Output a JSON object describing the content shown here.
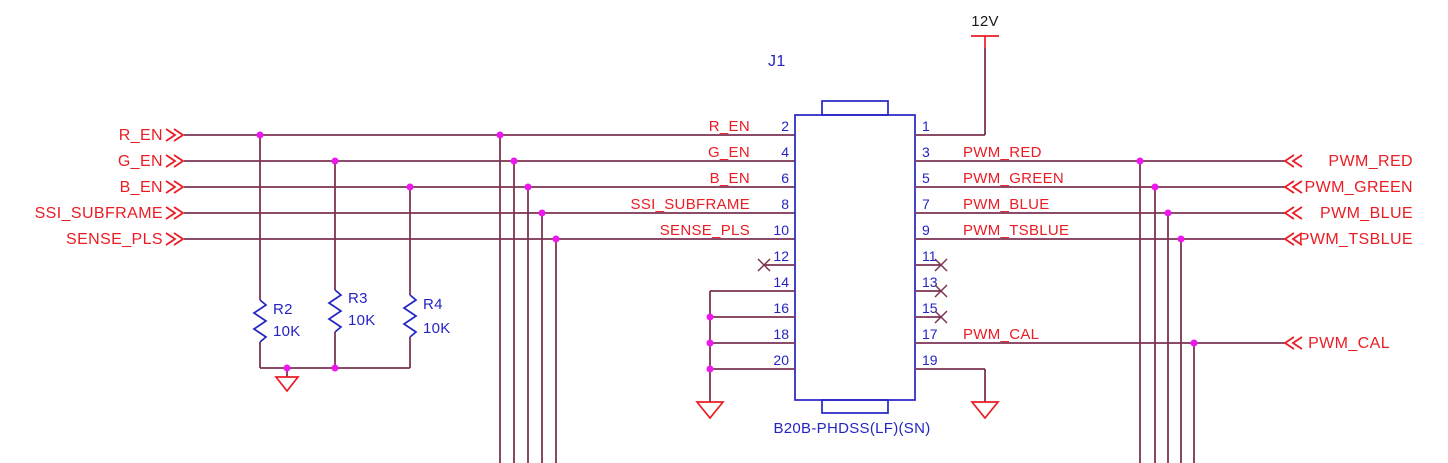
{
  "colors": {
    "wire": "#7c3352",
    "net_label": "#ea1c24",
    "component": "#2424c4",
    "junction": "#ee18ee",
    "ground": "#ea1c24",
    "power_text": "#1a1a1a",
    "background": "#ffffff"
  },
  "power": {
    "label": "12V"
  },
  "connector": {
    "refdes": "J1",
    "part": "B20B-PHDSS(LF)(SN)",
    "left_pins": [
      "2",
      "4",
      "6",
      "8",
      "10",
      "12",
      "14",
      "16",
      "18",
      "20"
    ],
    "right_pins": [
      "1",
      "3",
      "5",
      "7",
      "9",
      "11",
      "13",
      "15",
      "17",
      "19"
    ],
    "left_nets": [
      "R_EN",
      "G_EN",
      "B_EN",
      "SSI_SUBFRAME",
      "SENSE_PLS"
    ],
    "right_nets": [
      "PWM_RED",
      "PWM_GREEN",
      "PWM_BLUE",
      "PWM_TSBLUE",
      "PWM_CAL"
    ]
  },
  "left_ports": [
    "R_EN",
    "G_EN",
    "B_EN",
    "SSI_SUBFRAME",
    "SENSE_PLS"
  ],
  "right_ports": [
    "PWM_RED",
    "PWM_GREEN",
    "PWM_BLUE",
    "PWM_TSBLUE",
    "PWM_CAL"
  ],
  "resistors": [
    {
      "refdes": "R2",
      "value": "10K"
    },
    {
      "refdes": "R3",
      "value": "10K"
    },
    {
      "refdes": "R4",
      "value": "10K"
    }
  ]
}
